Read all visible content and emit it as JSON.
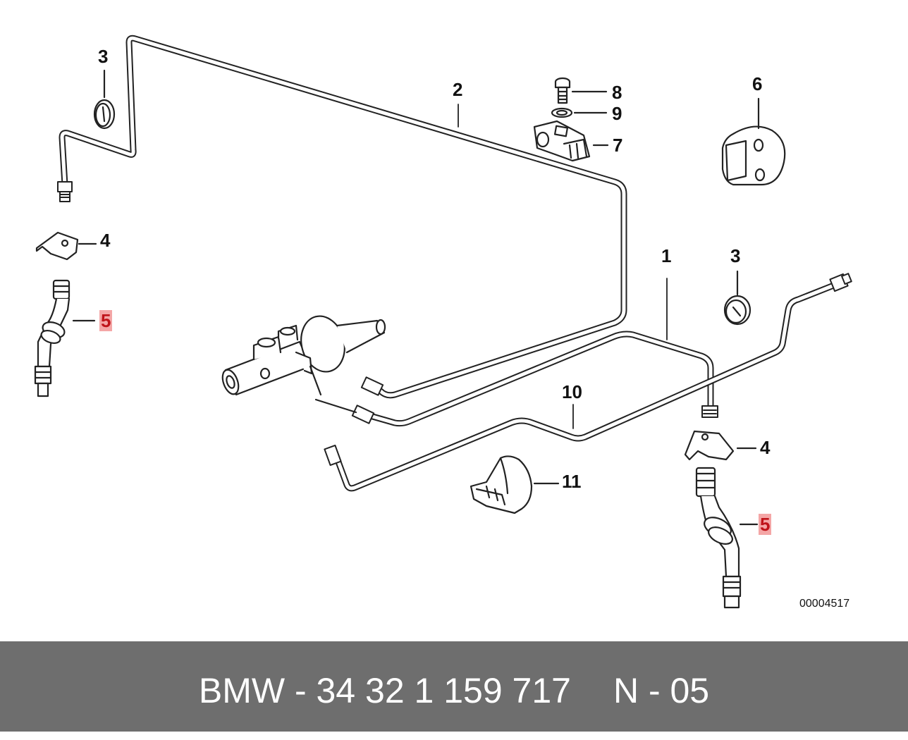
{
  "diagram": {
    "callouts": [
      {
        "id": "c1",
        "label": "1",
        "highlighted": false
      },
      {
        "id": "c2",
        "label": "2",
        "highlighted": false
      },
      {
        "id": "c3a",
        "label": "3",
        "highlighted": false
      },
      {
        "id": "c3b",
        "label": "3",
        "highlighted": false
      },
      {
        "id": "c4a",
        "label": "4",
        "highlighted": false
      },
      {
        "id": "c4b",
        "label": "4",
        "highlighted": false
      },
      {
        "id": "c5a",
        "label": "5",
        "highlighted": true
      },
      {
        "id": "c5b",
        "label": "5",
        "highlighted": true
      },
      {
        "id": "c6",
        "label": "6",
        "highlighted": false
      },
      {
        "id": "c7",
        "label": "7",
        "highlighted": false
      },
      {
        "id": "c8",
        "label": "8",
        "highlighted": false
      },
      {
        "id": "c9",
        "label": "9",
        "highlighted": false
      },
      {
        "id": "c10",
        "label": "10",
        "highlighted": false
      },
      {
        "id": "c11",
        "label": "11",
        "highlighted": false
      }
    ],
    "diagram_id": "00004517",
    "colors": {
      "line": "#222222",
      "highlight_bg": "#f4a6a6",
      "highlight_text": "#c0141a"
    }
  },
  "footer": {
    "brand": "BMW",
    "part_number": "34 32 1 159 717",
    "position_code": "N - 05",
    "background": "#6e6e6e"
  }
}
